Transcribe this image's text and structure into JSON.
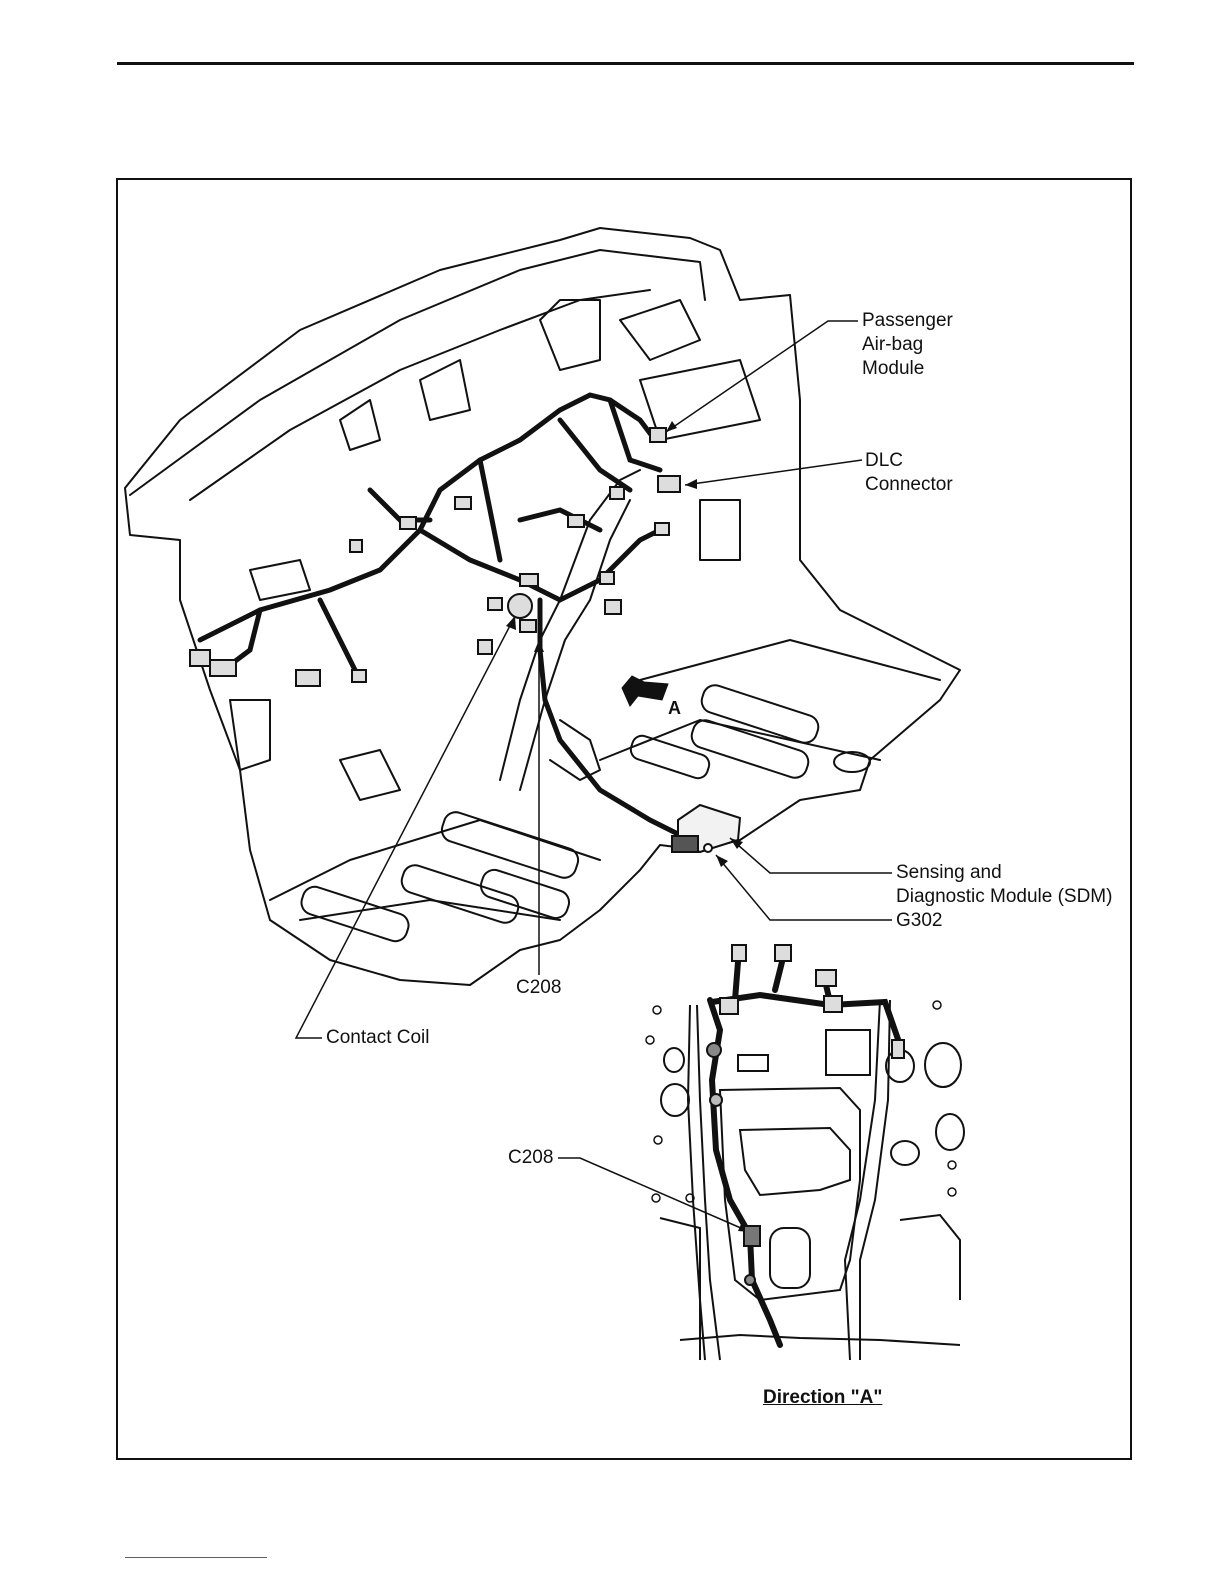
{
  "labels": {
    "passenger_airbag": "Passenger\nAir-bag\nModule",
    "dlc": "DLC\nConnector",
    "sdm": "Sensing and\nDiagnostic Module (SDM)",
    "g302": "G302",
    "c208_main": "C208",
    "contact_coil": "Contact Coil",
    "c208_inset": "C208",
    "direction": "Direction \"A\"",
    "arrow_letter": "A"
  },
  "icons": {
    "direction_arrow": "bold-arrow-icon"
  },
  "colors": {
    "line": "#111111",
    "link_underline": "#3a5fcd"
  }
}
